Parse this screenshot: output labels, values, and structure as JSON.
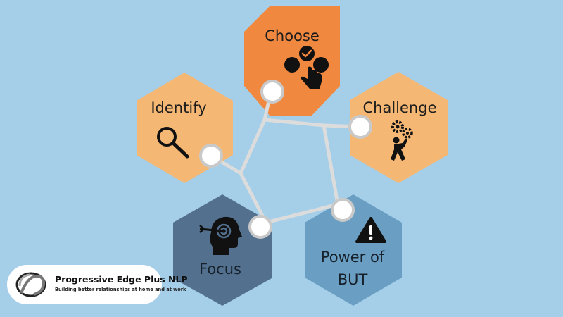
{
  "diagram": {
    "nodes": {
      "choose": {
        "label": "Choose",
        "icon": "hand-pointing-choice-icon",
        "color": "#f0883f"
      },
      "identify": {
        "label": "Identify",
        "icon": "magnifier-icon",
        "color": "#f5b774"
      },
      "challenge": {
        "label": "Challenge",
        "icon": "person-carrying-gears-icon",
        "color": "#f5b774"
      },
      "focus": {
        "label": "Focus",
        "icon": "head-target-icon",
        "color": "#53718f"
      },
      "power_of_but": {
        "label_line1": "Power of",
        "label_line2": "BUT",
        "icon": "warning-icon",
        "color": "#6a9fc3"
      }
    },
    "connector_color": "#dcdcdc"
  },
  "logo": {
    "title": "Progressive Edge Plus NLP",
    "tagline": "Building better relationships at home and at work"
  }
}
